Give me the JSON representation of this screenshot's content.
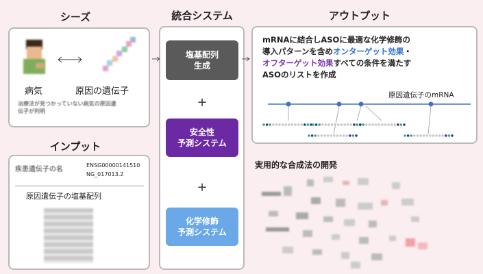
{
  "colors": {
    "background": "#fbeef0",
    "panel_border": "#b9b9b9",
    "sequence_gen": "#5a5a5a",
    "safety": "#6b2aa3",
    "chemmod": "#6aa8e8",
    "mrna_line": "#3f72c4",
    "aso_dot_teal": "#33a6a0",
    "aso_dot_navy": "#2b3c7a"
  },
  "seeds": {
    "title": "シーズ",
    "disease_label": "病気",
    "gene_label": "原因の遺伝子",
    "note_blurred": "治療法が見つかっていない病気の原因遺伝子が判明",
    "person_icon": "patient-icon",
    "link_icon": "double-arrow-icon"
  },
  "input": {
    "title": "インプット",
    "gene_name_blurred": "疾患遺伝子の名",
    "ids": [
      "ENSG00000141510",
      "NG_017013.2"
    ],
    "seq_label": "原因遺伝子の塩基配列"
  },
  "system": {
    "title": "統合システム",
    "seq_gen": [
      "塩基配列",
      "生成"
    ],
    "plus": "+",
    "safety": [
      "安全性",
      "予測システム"
    ],
    "chemmod": [
      "化学修飾",
      "予測システム"
    ]
  },
  "output": {
    "title": "アウトプット",
    "text_line1": "mRNAに結合しASOに最適な化学修飾の",
    "text_line2_pre": "導入パターンを含め",
    "on_target": "オンターゲット効果",
    "text_dash": "・",
    "off_target": "オフターゲット効果",
    "text_line3_post": "すべての条件を満たす",
    "text_line4": "ASOのリストを作成",
    "mrna_label": "原因遺伝子のmRNA"
  },
  "synthesis": {
    "title": "実用的な合成法の開発"
  }
}
